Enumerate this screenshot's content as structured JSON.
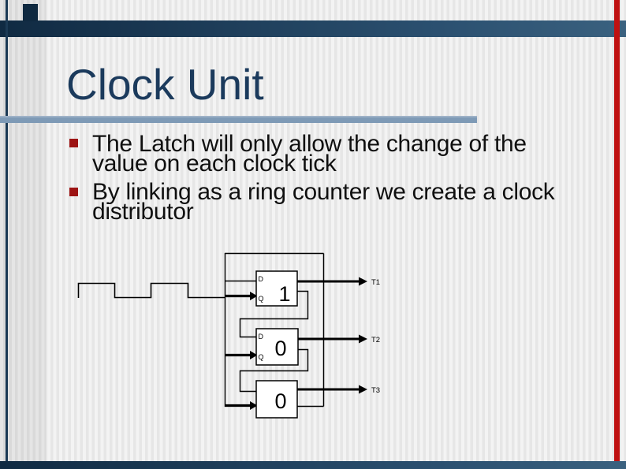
{
  "slide": {
    "title": "Clock Unit",
    "bullets": [
      {
        "lines": [
          "The Latch will only allow the change of the",
          "value on each clock tick"
        ]
      },
      {
        "lines": [
          "By linking as a ring counter we create a clock",
          "distributor"
        ]
      }
    ]
  },
  "diagram": {
    "latches": [
      {
        "d_label": "D",
        "q_label": "Q",
        "value": "1",
        "output_label": "T1"
      },
      {
        "d_label": "D",
        "q_label": "Q",
        "value": "0",
        "output_label": "T2"
      },
      {
        "value": "0",
        "output_label": "T3"
      }
    ]
  },
  "colors": {
    "title_navy": "#1b3a5c",
    "body_text": "#101010",
    "bullet_red": "#9d1414",
    "rule_steel_blue": "#7e9ab6",
    "top_bar_navy": "#16324d",
    "accent_stripe_red": "#bf1111",
    "stripe_light": "#f3f3f3",
    "stripe_dark": "#e6e6e6",
    "diagram_line": "#000000",
    "latch_fill": "#ffffff"
  }
}
